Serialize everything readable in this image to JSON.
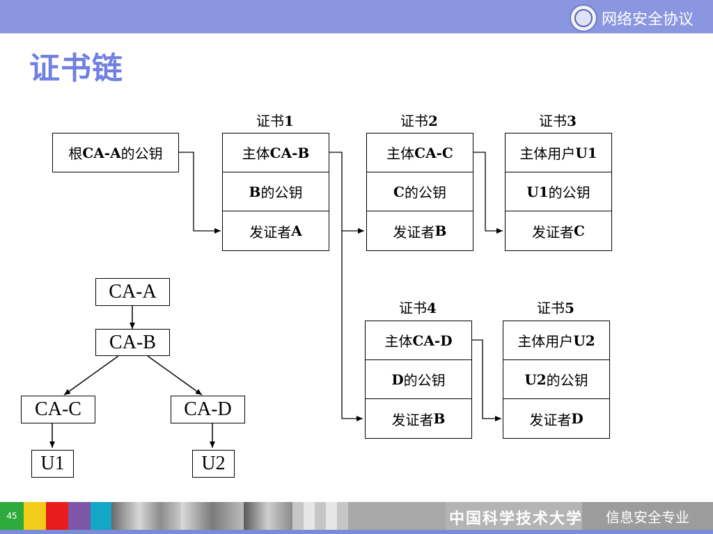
{
  "header": {
    "course_title": "网络安全协议",
    "logo_icon": "university-seal-icon",
    "accent_color": "#8a96e0"
  },
  "page_title": "证书链",
  "root_key": {
    "prefix": "根",
    "bold": "CA-A",
    "suffix": "的公钥"
  },
  "certificates": [
    {
      "label_prefix": "证书",
      "label_num": "1",
      "rows": [
        {
          "pre": "主体",
          "bold": "CA-B",
          "post": ""
        },
        {
          "pre": "",
          "bold": "B",
          "post": "的公钥"
        },
        {
          "pre": "发证者",
          "bold": "A",
          "post": ""
        }
      ]
    },
    {
      "label_prefix": "证书",
      "label_num": "2",
      "rows": [
        {
          "pre": "主体",
          "bold": "CA-C",
          "post": ""
        },
        {
          "pre": "",
          "bold": "C",
          "post": "的公钥"
        },
        {
          "pre": "发证者",
          "bold": "B",
          "post": ""
        }
      ]
    },
    {
      "label_prefix": "证书",
      "label_num": "3",
      "rows": [
        {
          "pre": "主体用户",
          "bold": "U1",
          "post": ""
        },
        {
          "pre": "",
          "bold": "U1",
          "post": "的公钥"
        },
        {
          "pre": "发证者",
          "bold": "C",
          "post": ""
        }
      ]
    },
    {
      "label_prefix": "证书",
      "label_num": "4",
      "rows": [
        {
          "pre": "主体",
          "bold": "CA-D",
          "post": ""
        },
        {
          "pre": "",
          "bold": "D",
          "post": "的公钥"
        },
        {
          "pre": "发证者",
          "bold": "B",
          "post": ""
        }
      ]
    },
    {
      "label_prefix": "证书",
      "label_num": "5",
      "rows": [
        {
          "pre": "主体用户",
          "bold": "U2",
          "post": ""
        },
        {
          "pre": "",
          "bold": "U2",
          "post": "的公钥"
        },
        {
          "pre": "发证者",
          "bold": "D",
          "post": ""
        }
      ]
    }
  ],
  "tree": {
    "nodes": [
      "CA-A",
      "CA-B",
      "CA-C",
      "CA-D",
      "U1",
      "U2"
    ]
  },
  "footer": {
    "page_number": "45",
    "university": "中国科学技术大学",
    "major": "信息安全专业"
  }
}
